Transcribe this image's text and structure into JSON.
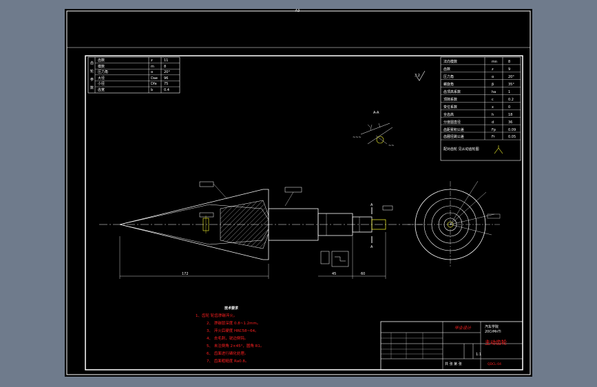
{
  "frame_label": "A3",
  "title_block": {
    "part_name": "主动齿轮",
    "drawing_no": "QDCL-04",
    "project": "毕业设计",
    "material": "20CrMnTi",
    "scale": "1:1",
    "school": "汽车学院",
    "sheet_text": "共 张 第 张"
  },
  "tech_requirements": {
    "heading": "技术要求",
    "items": [
      "1、齿轮 轮齿渗碳淬火。",
      "2、 渗碳层深度 0.8~1.2mm。",
      "3、 淬火后硬度 HRC58~64。",
      "4、 去毛刺，锐边倒钝。",
      "5、 未注倒角 2×45°，圆角 R1。",
      "6、 齿面进行磷化处理。",
      "7、 齿面粗糙度 Ra0.8。"
    ]
  },
  "params_left": {
    "rows": [
      {
        "name": "齿数",
        "sym": "z",
        "val": "11"
      },
      {
        "name": "模数",
        "sym": "m",
        "val": "8"
      },
      {
        "name": "压力角",
        "sym": "α",
        "val": "20°"
      },
      {
        "name": "大径",
        "sym": "Dae",
        "val": "96"
      },
      {
        "name": "小径",
        "sym": "Dfe",
        "val": "75"
      },
      {
        "name": "齿宽",
        "sym": "b",
        "val": "0.4"
      }
    ],
    "side_labels": [
      "齿",
      "轮",
      "参",
      "数"
    ]
  },
  "params_right": {
    "rows": [
      {
        "name": "法向模数",
        "sym": "mn",
        "val": "8"
      },
      {
        "name": "齿数",
        "sym": "z",
        "val": "9"
      },
      {
        "name": "压力角",
        "sym": "α",
        "val": "20°"
      },
      {
        "name": "螺旋角",
        "sym": "β",
        "val": "35°"
      },
      {
        "name": "齿顶高系数",
        "sym": "ha",
        "val": "1"
      },
      {
        "name": "顶隙系数",
        "sym": "c",
        "val": "0.2"
      },
      {
        "name": "变位系数",
        "sym": "x",
        "val": "0"
      },
      {
        "name": "全齿高",
        "sym": "h",
        "val": "18"
      },
      {
        "name": "分度圆直径",
        "sym": "d",
        "val": "36"
      },
      {
        "name": "齿距累积公差",
        "sym": "Fp",
        "val": "0.09"
      },
      {
        "name": "齿圈径跳公差",
        "sym": "Fr",
        "val": "0.05"
      }
    ],
    "note": "配对齿轮 见从动齿轮图"
  },
  "dims": {
    "total": "172",
    "len_a": "45",
    "len_b": "60",
    "section_mark": "A",
    "section_view": "A-A",
    "roughness": "3.2"
  },
  "colors": {
    "frame": "#ffffff",
    "red_text": "#ff2020",
    "yellow": "#ffff30",
    "cyan": "#30e0ff"
  }
}
